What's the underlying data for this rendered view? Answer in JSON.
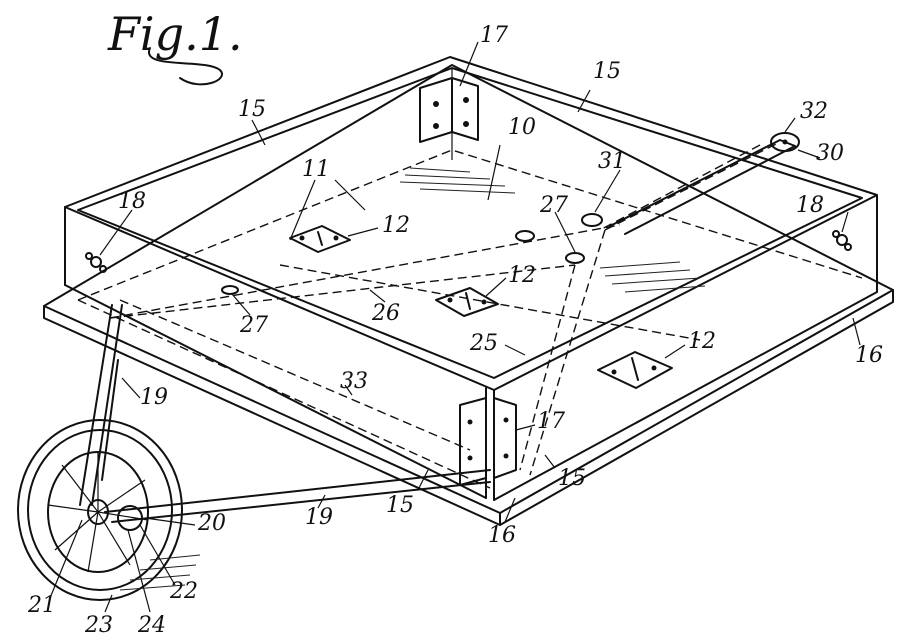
{
  "figure": {
    "title": "Fig.1.",
    "labels": {
      "n10": "10",
      "n11": "11",
      "n12a": "12",
      "n12b": "12",
      "n12c": "12",
      "n15a": "15",
      "n15b": "15",
      "n15c": "15",
      "n15d": "15",
      "n16a": "16",
      "n16b": "16",
      "n17a": "17",
      "n17b": "17",
      "n18a": "18",
      "n18b": "18",
      "n19a": "19",
      "n19b": "19",
      "n20": "20",
      "n21": "21",
      "n22": "22",
      "n23": "23",
      "n24": "24",
      "n25": "25",
      "n26": "26",
      "n27a": "27",
      "n27b": "27",
      "n30": "30",
      "n31": "31",
      "n32": "32",
      "n33": "33"
    }
  }
}
